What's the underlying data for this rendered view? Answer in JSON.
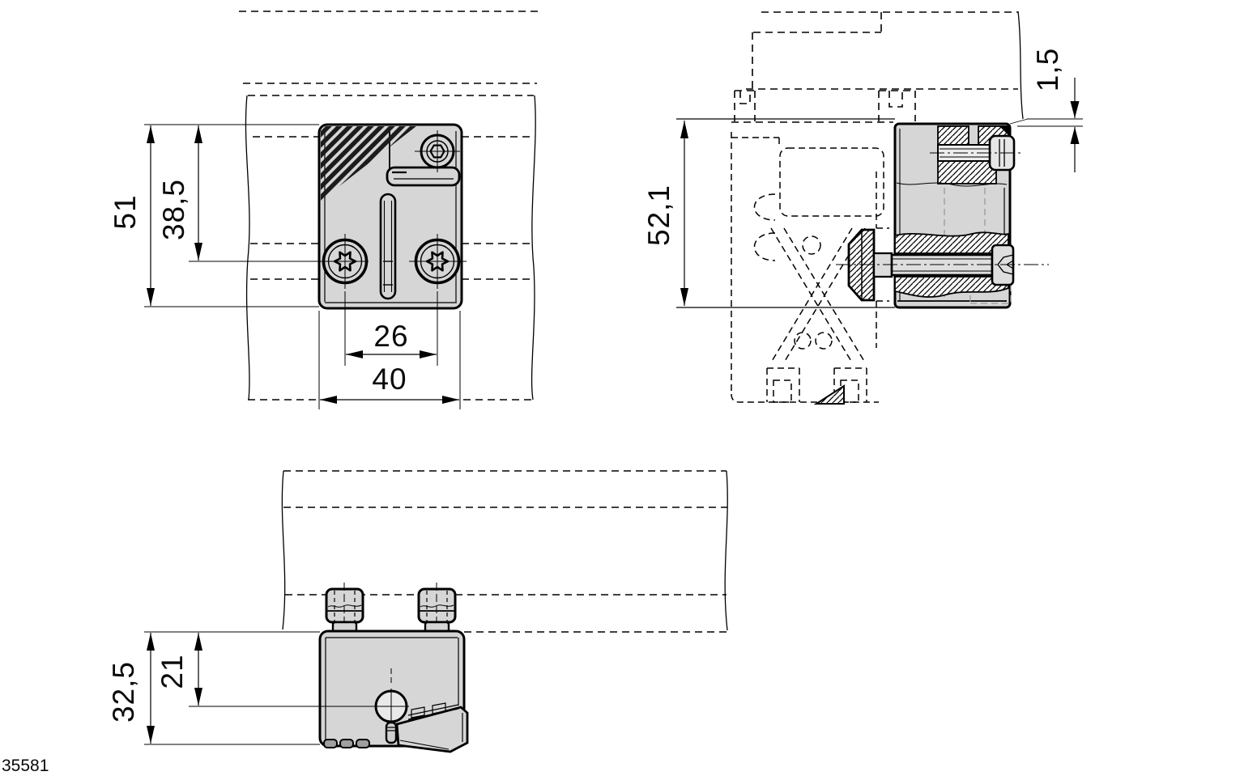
{
  "part_number": "35581",
  "views": {
    "front": {
      "dims": {
        "overall_height": "51",
        "screw_axis_offset": "38,5",
        "screw_spacing": "26",
        "overall_width": "40"
      }
    },
    "section": {
      "dims": {
        "overall_height": "52,1",
        "top_offset": "1,5"
      }
    },
    "bottom": {
      "dims": {
        "overall_depth": "32,5",
        "hole_axis_offset": "21"
      }
    }
  },
  "colors": {
    "line": "#000000",
    "body_fill": "#d6d6d6",
    "hidden_line": "#9a9a9a",
    "background": "#ffffff"
  }
}
